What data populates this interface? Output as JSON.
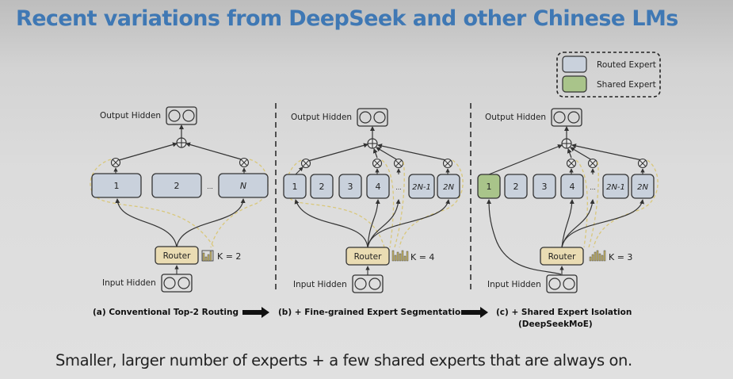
{
  "slide": {
    "title": "Recent variations from DeepSeek and other Chinese LMs",
    "bottom_caption": "Smaller, larger number of experts + a few shared experts that are always on."
  },
  "legend": {
    "items": [
      {
        "label": "Routed Expert",
        "color": "#c9d1dc"
      },
      {
        "label": "Shared Expert",
        "color": "#a9c48a"
      }
    ]
  },
  "colors": {
    "routed_expert": "#c9d1dc",
    "shared_expert": "#a9c48a",
    "router": "#eadcb3",
    "routing_dashed": "#d9c77a",
    "title": "#3f78b4"
  },
  "panels": [
    {
      "id": "a",
      "output_label": "Output Hidden",
      "input_label": "Input Hidden",
      "router_label": "Router",
      "k_label": "K = 2",
      "experts": [
        "1",
        "2",
        "...",
        "N"
      ],
      "caption": "(a) Conventional Top-2 Routing"
    },
    {
      "id": "b",
      "output_label": "Output Hidden",
      "input_label": "Input Hidden",
      "router_label": "Router",
      "k_label": "K = 4",
      "experts": [
        "1",
        "2",
        "3",
        "4",
        "...",
        "2N-1",
        "2N"
      ],
      "caption": "(b) + Fine-grained Expert Segmentation"
    },
    {
      "id": "c",
      "output_label": "Output Hidden",
      "input_label": "Input Hidden",
      "router_label": "Router",
      "k_label": "K = 3",
      "experts": [
        "1",
        "2",
        "3",
        "4",
        "...",
        "2N-1",
        "2N"
      ],
      "shared_experts": [
        "1"
      ],
      "caption_line1": "(c) + Shared Expert Isolation",
      "caption_line2": "(DeepSeekMoE)"
    }
  ]
}
